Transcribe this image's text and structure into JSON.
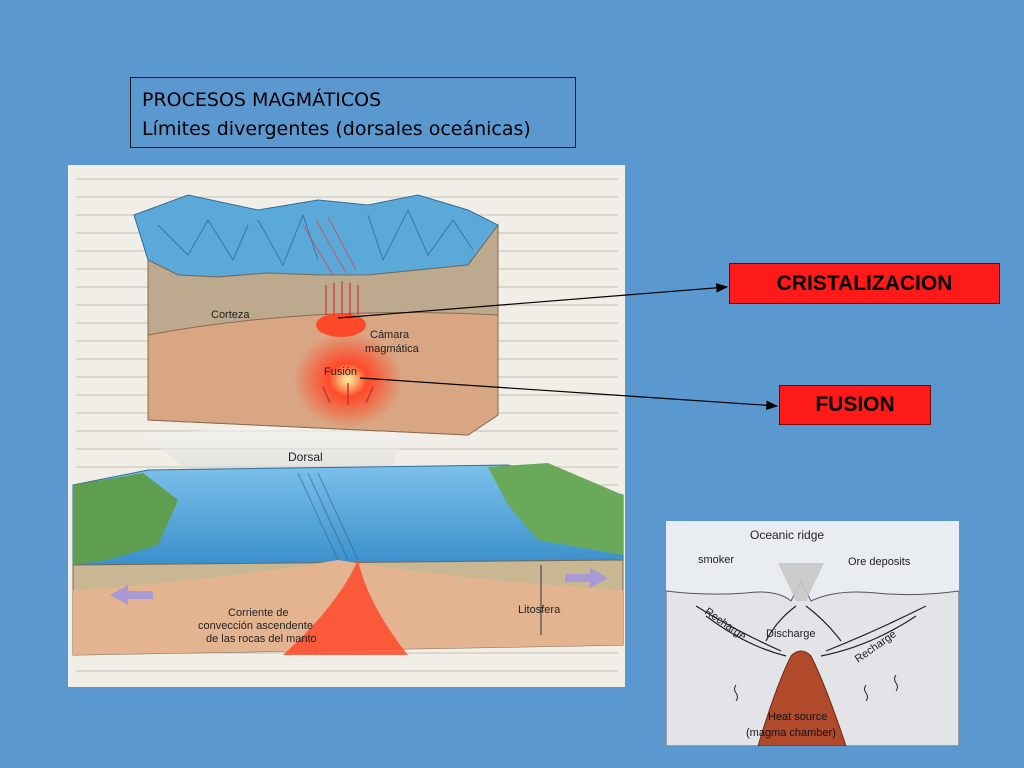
{
  "title": {
    "line1": "PROCESOS MAGMÁTICOS",
    "line2": "Límites divergentes (dorsales oceánicas)"
  },
  "main_figure": {
    "labels": {
      "corteza": "Corteza",
      "camara_line1": "Cámara",
      "camara_line2": "magmática",
      "fusion": "Fusión",
      "dorsal": "Dorsal",
      "corriente_line1": "Corriente de",
      "corriente_line2": "convección ascendente",
      "corriente_line3": "de las rocas del manto",
      "litosfera": "Litosfera"
    }
  },
  "callouts": {
    "cristalizacion": "CRISTALIZACION",
    "fusion": "FUSION"
  },
  "side_figure": {
    "labels": {
      "oceanic_ridge": "Oceanic ridge",
      "smoker": "smoker",
      "ore_deposits": "Ore deposits",
      "recharge_left": "Recharge",
      "discharge": "Discharge",
      "recharge_right": "Recharge",
      "heat_source_line1": "Heat source",
      "heat_source_line2": "(magma chamber)"
    }
  },
  "colors": {
    "background": "#5b98cf",
    "callout_fill": "#ff1a1a",
    "ocean": "#4aa3db",
    "crust": "#b9a68a",
    "magma": "#ff3a2a"
  }
}
